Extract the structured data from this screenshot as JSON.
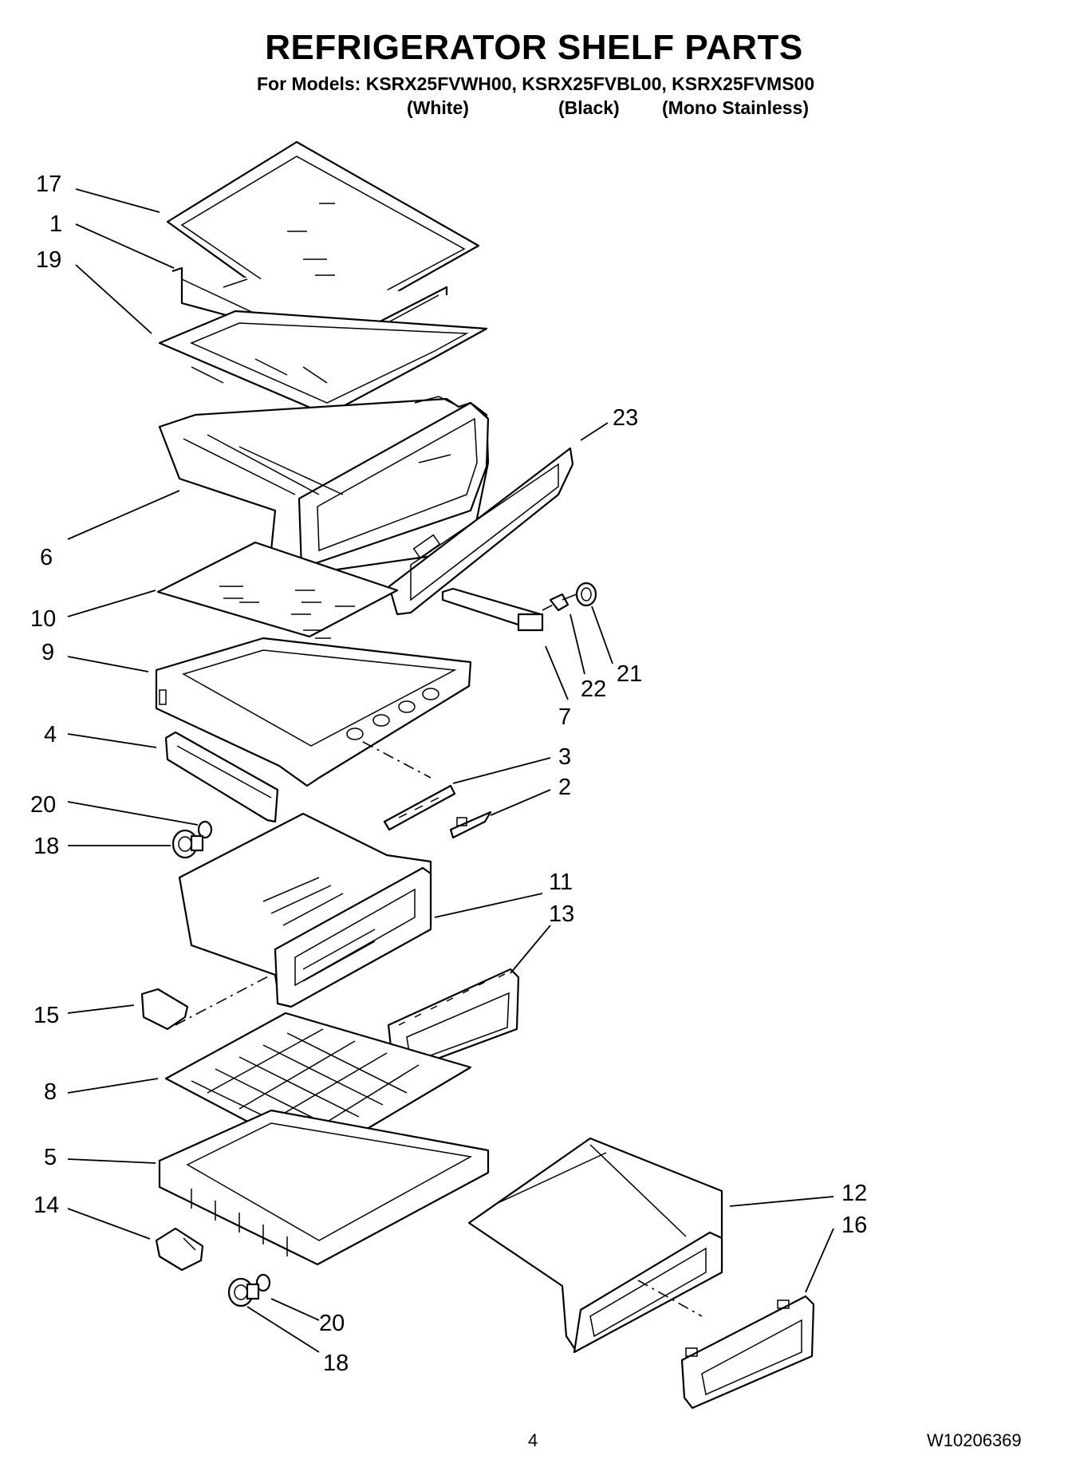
{
  "header": {
    "title": "REFRIGERATOR SHELF PARTS",
    "models_line": "For Models: KSRX25FVWH00, KSRX25FVBL00, KSRX25FVMS00",
    "variants": [
      "(White)",
      "(Black)",
      "(Mono Stainless)"
    ]
  },
  "callouts": {
    "c17": "17",
    "c1": "1",
    "c19": "19",
    "c23": "23",
    "c6": "6",
    "c10": "10",
    "c9": "9",
    "c21": "21",
    "c22": "22",
    "c7": "7",
    "c4": "4",
    "c3": "3",
    "c2": "2",
    "c20a": "20",
    "c18a": "18",
    "c11": "11",
    "c13": "13",
    "c15": "15",
    "c8": "8",
    "c5": "5",
    "c12": "12",
    "c14": "14",
    "c16": "16",
    "c20b": "20",
    "c18b": "18"
  },
  "footer": {
    "page_number": "4",
    "doc_number": "W10206369"
  }
}
